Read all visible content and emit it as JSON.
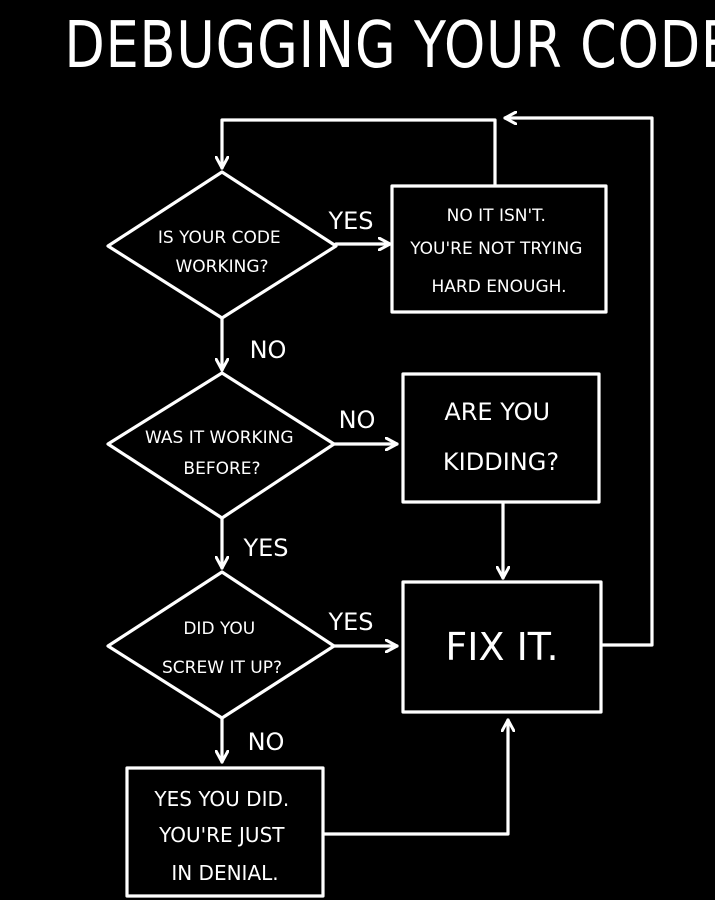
{
  "title": "DEBUGGING YOUR CODE",
  "nodes": {
    "q1": [
      "IS YOUR CODE",
      "WORKING?"
    ],
    "r1": [
      "NO IT ISN'T.",
      "YOU'RE NOT TRYING",
      "HARD ENOUGH."
    ],
    "q2": [
      "WAS IT WORKING",
      "BEFORE?"
    ],
    "r2": [
      "ARE YOU",
      "KIDDING?"
    ],
    "q3": [
      "DID YOU",
      "SCREW IT UP?"
    ],
    "fix": [
      "FIX IT."
    ],
    "r3": [
      "YES YOU DID.",
      "YOU'RE JUST",
      "IN DENIAL."
    ]
  },
  "edges": {
    "q1_r1": "YES",
    "q1_q2": "NO",
    "q2_r2": "NO",
    "q2_q3": "YES",
    "q3_fix": "YES",
    "q3_r3": "NO"
  }
}
